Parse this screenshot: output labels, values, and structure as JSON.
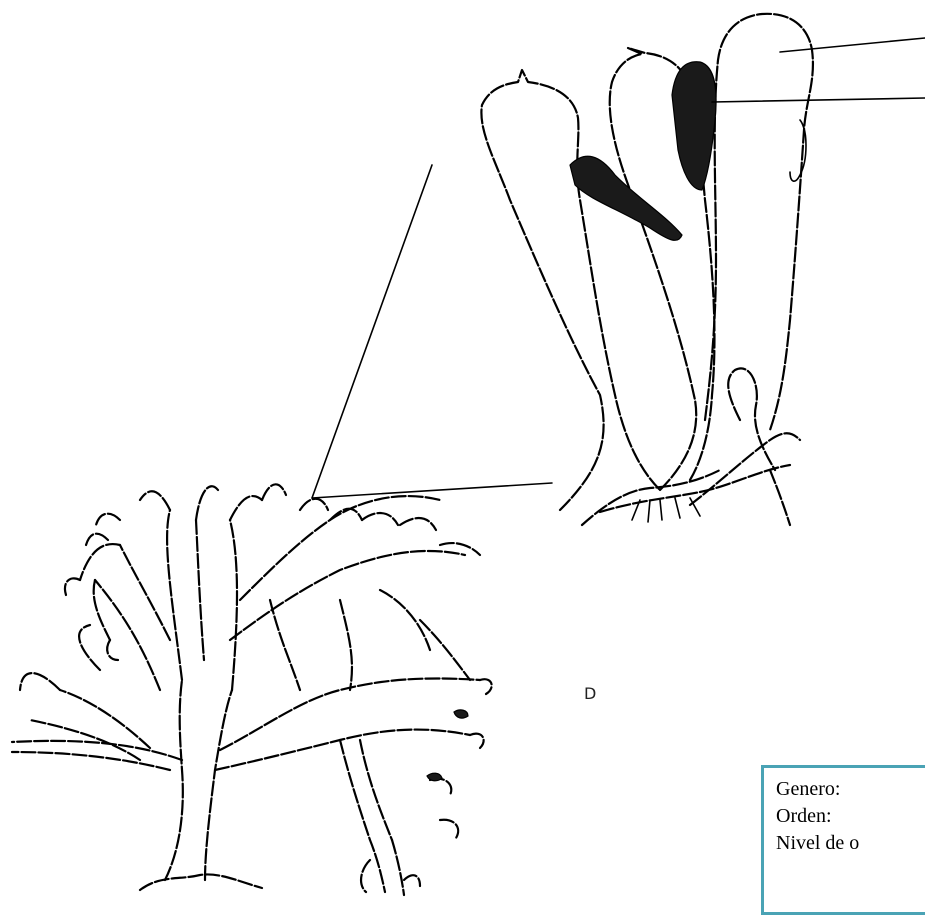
{
  "figure": {
    "label": "D",
    "ink_color": "#000000"
  },
  "id_box": {
    "border_color": "#4aa3b5",
    "rows": [
      "Genero:",
      "Orden:",
      "Nivel de o"
    ]
  }
}
